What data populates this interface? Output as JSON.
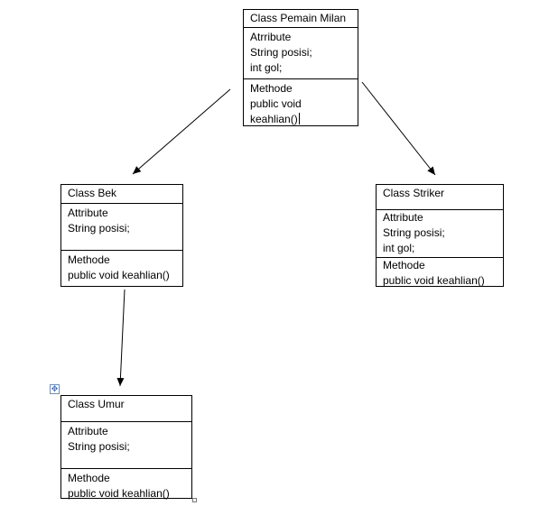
{
  "classes": {
    "pemain_milan": {
      "name": "Class Pemain Milan",
      "attr_heading": "Atrribute",
      "attributes": [
        "String posisi;",
        "int gol;"
      ],
      "method_heading": "Methode",
      "methods": [
        "public void",
        "keahlian()"
      ]
    },
    "bek": {
      "name": "Class Bek",
      "attr_heading": "Attribute",
      "attributes": [
        "String posisi;"
      ],
      "method_heading": "Methode",
      "methods": [
        "public void  keahlian()"
      ]
    },
    "striker": {
      "name": "Class Striker",
      "attr_heading": "Attribute",
      "attributes": [
        "String posisi;",
        "int gol;"
      ],
      "method_heading": "Methode",
      "methods": [
        "public void  keahlian()"
      ]
    },
    "umur": {
      "name": "Class Umur",
      "attr_heading": "Attribute",
      "attributes": [
        "String posisi;"
      ],
      "method_heading": "Methode",
      "methods": [
        "public void  keahlian()"
      ]
    }
  },
  "icons": {
    "move_handle": "move-handle-icon",
    "resize_handle": "resize-handle-icon"
  },
  "colors": {
    "line": "#000000",
    "handle": "#3b6ab0"
  }
}
